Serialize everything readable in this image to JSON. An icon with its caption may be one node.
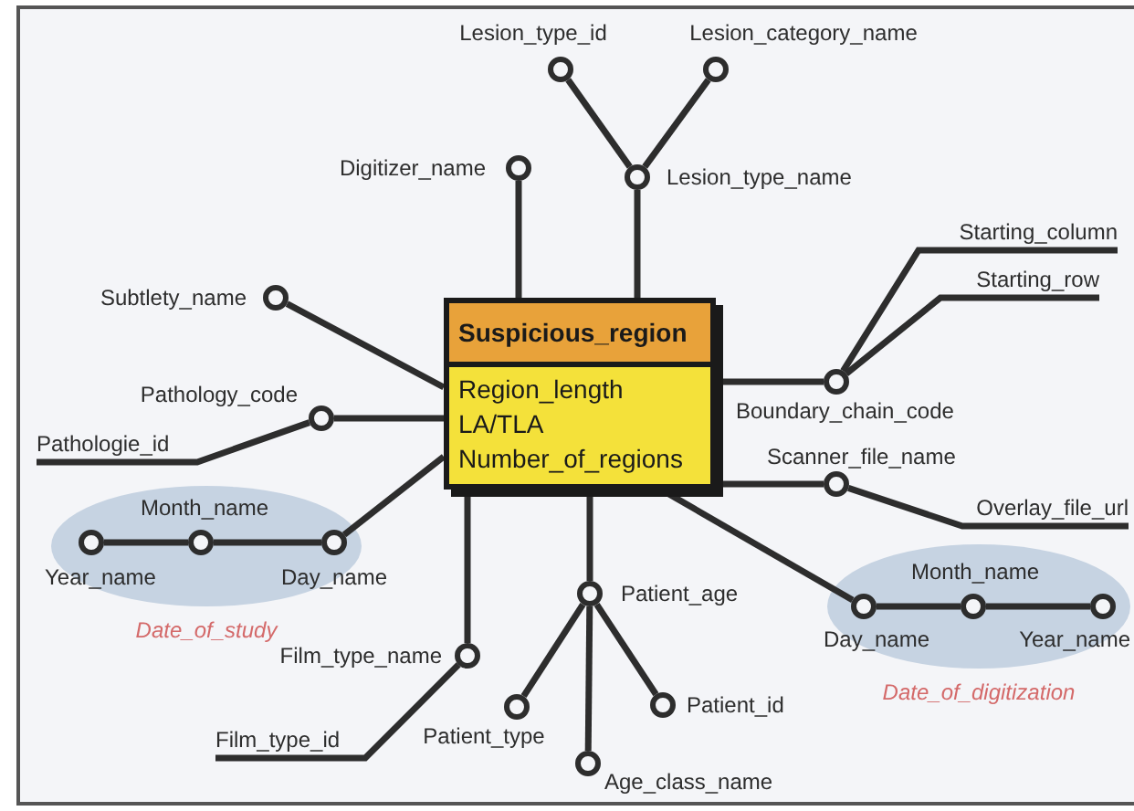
{
  "diagram": {
    "nodes": [
      {
        "text": [
          "Suspicious_region",
          "Region_length",
          "LA/TLA",
          "Number_of_regions"
        ]
      },
      {
        "text": [],
        "shape": "circle",
        "beside": [
          "Lesion_type_id"
        ]
      },
      {
        "text": [],
        "shape": "circle",
        "beside": [
          "Lesion_category_name"
        ]
      },
      {
        "text": [],
        "shape": "circle",
        "beside": [
          "Lesion_type_name"
        ]
      },
      {
        "text": [],
        "shape": "circle",
        "beside": [
          "Digitizer_name"
        ]
      },
      {
        "text": [],
        "shape": "circle",
        "beside": [
          "Subtlety_name"
        ]
      },
      {
        "text": [
          "Starting_column"
        ]
      },
      {
        "text": [
          "Starting_row"
        ]
      },
      {
        "text": [],
        "shape": "circle",
        "beside": [
          "Boundary_chain_code"
        ]
      },
      {
        "text": [],
        "shape": "circle",
        "beside": [
          "Pathology_code"
        ]
      },
      {
        "text": [
          "Pathologie_id"
        ]
      },
      {
        "text": [],
        "shape": "circle",
        "beside": [
          "Scanner_file_name"
        ]
      },
      {
        "text": [
          "Overlay_file_url"
        ]
      },
      {
        "text": [
          "Date_of_study"
        ]
      },
      {
        "text": [],
        "shape": "circle",
        "beside": [
          "Year_name"
        ],
        "in": 13
      },
      {
        "text": [],
        "shape": "circle",
        "beside": [
          "Month_name"
        ],
        "in": 13
      },
      {
        "text": [],
        "shape": "circle",
        "beside": [
          "Day_name"
        ],
        "in": 13
      },
      {
        "text": [
          "Date_of_digitization"
        ]
      },
      {
        "text": [],
        "shape": "circle",
        "beside": [
          "Day_name"
        ],
        "in": 17
      },
      {
        "text": [],
        "shape": "circle",
        "beside": [
          "Month_name"
        ],
        "in": 17
      },
      {
        "text": [],
        "shape": "circle",
        "beside": [
          "Year_name"
        ],
        "in": 17
      },
      {
        "text": [],
        "shape": "circle",
        "beside": [
          "Patient_age"
        ]
      },
      {
        "text": [],
        "shape": "circle",
        "beside": [
          "Film_type_name"
        ]
      },
      {
        "text": [
          "Film_type_id"
        ]
      },
      {
        "text": [],
        "shape": "circle",
        "beside": [
          "Patient_type"
        ]
      },
      {
        "text": [],
        "shape": "circle",
        "beside": [
          "Patient_id"
        ]
      },
      {
        "text": [],
        "shape": "circle",
        "beside": [
          "Age_class_name"
        ]
      }
    ],
    "edges": [
      {
        "from": 0,
        "to": 3,
        "arrow": "none"
      },
      {
        "from": 3,
        "to": 1,
        "arrow": "none"
      },
      {
        "from": 3,
        "to": 2,
        "arrow": "none"
      },
      {
        "from": 0,
        "to": 4,
        "arrow": "none"
      },
      {
        "from": 0,
        "to": 5,
        "arrow": "none"
      },
      {
        "from": 0,
        "to": 8,
        "arrow": "none"
      },
      {
        "from": 8,
        "to": 6,
        "arrow": "none"
      },
      {
        "from": 8,
        "to": 7,
        "arrow": "none"
      },
      {
        "from": 0,
        "to": 9,
        "arrow": "none"
      },
      {
        "from": 9,
        "to": 10,
        "arrow": "none"
      },
      {
        "from": 0,
        "to": 11,
        "arrow": "none"
      },
      {
        "from": 11,
        "to": 12,
        "arrow": "none"
      },
      {
        "from": 0,
        "to": 16,
        "arrow": "none"
      },
      {
        "from": 16,
        "to": 15,
        "arrow": "none"
      },
      {
        "from": 15,
        "to": 14,
        "arrow": "none"
      },
      {
        "from": 0,
        "to": 18,
        "arrow": "none"
      },
      {
        "from": 18,
        "to": 19,
        "arrow": "none"
      },
      {
        "from": 19,
        "to": 20,
        "arrow": "none"
      },
      {
        "from": 0,
        "to": 22,
        "arrow": "none"
      },
      {
        "from": 22,
        "to": 23,
        "arrow": "none"
      },
      {
        "from": 0,
        "to": 21,
        "arrow": "none"
      },
      {
        "from": 21,
        "to": 24,
        "arrow": "none"
      },
      {
        "from": 21,
        "to": 25,
        "arrow": "none"
      },
      {
        "from": 21,
        "to": 26,
        "arrow": "none"
      }
    ]
  }
}
